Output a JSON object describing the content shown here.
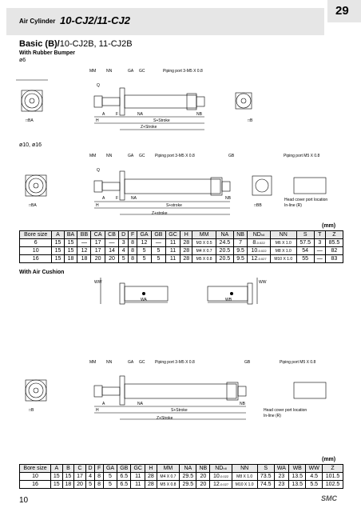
{
  "header": {
    "series_label": "Air Cylinder",
    "model": "10-CJ2/11-CJ2",
    "page_number": "29"
  },
  "subtitle": {
    "bold": "Basic (B)/",
    "rest": "10-CJ2B, 11-CJ2B"
  },
  "section1": {
    "title": "With Rubber Bumper",
    "size": "ø6"
  },
  "section2": {
    "size": "ø10, ø16"
  },
  "section3": {
    "title": "With Air Cushion"
  },
  "drawing_labels": {
    "mm": "MM",
    "nn": "NN",
    "ga": "GA",
    "gc": "GC",
    "q": "Q",
    "a": "A",
    "f": "F",
    "na": "NA",
    "nb": "NB",
    "h": "H",
    "ba": "□BA",
    "bb": "□BB",
    "b": "□B",
    "piping_m5": "Piping port 3-M5 X 0.8",
    "piping_m5_single": "Piping port M5 X 0.8",
    "s_stroke": "S+Stroke",
    "s_stroke_lower": "S+stroke",
    "z_stroke": "Z+Stroke",
    "z_stroke_lower": "Z+stroke",
    "gb": "GB",
    "head_cover_1": "Head cover port location",
    "head_cover_2": "In-line (R)",
    "wa": "WA",
    "wb": "WB",
    "ww": "WW",
    "nb_label": "NB"
  },
  "table1": {
    "unit": "(mm)",
    "headers": [
      "Bore size",
      "A",
      "BA",
      "BB",
      "CA",
      "CB",
      "D",
      "F",
      "GA",
      "GB",
      "GC",
      "H",
      "MM",
      "NA",
      "NB",
      "ND",
      "NN",
      "S",
      "T",
      "Z"
    ],
    "nd_sub": "h8",
    "rows": [
      [
        "6",
        "15",
        "15",
        "—",
        "17",
        "—",
        "3",
        "8",
        "12",
        "—",
        "11",
        "28",
        "M3 X 0.5",
        "24.5",
        "7",
        "8",
        "M6 X 1.0",
        "57.5",
        "3",
        "85.5"
      ],
      [
        "10",
        "15",
        "15",
        "12",
        "17",
        "14",
        "4",
        "8",
        "5",
        "5",
        "11",
        "28",
        "M4 X 0.7",
        "20.5",
        "9.5",
        "10",
        "M8 X 1.0",
        "54",
        "—",
        "82"
      ],
      [
        "16",
        "15",
        "18",
        "18",
        "20",
        "20",
        "5",
        "8",
        "5",
        "5",
        "11",
        "28",
        "M5 X 0.8",
        "20.5",
        "9.5",
        "12",
        "M10 X 1.0",
        "55",
        "—",
        "83"
      ]
    ],
    "nd_suffixes": [
      "-0.022",
      "-0.022",
      "-0.027"
    ]
  },
  "table2": {
    "unit": "(mm)",
    "headers": [
      "Bore size",
      "A",
      "B",
      "C",
      "D",
      "F",
      "GA",
      "GB",
      "GC",
      "H",
      "MM",
      "NA",
      "NB",
      "ND",
      "NN",
      "S",
      "WA",
      "WB",
      "WW",
      "Z"
    ],
    "nd_sub": "h8",
    "rows": [
      [
        "10",
        "15",
        "15",
        "17",
        "4",
        "8",
        "5",
        "6.5",
        "11",
        "28",
        "M4 X 0.7",
        "29.5",
        "20",
        "10",
        "M8 X 1.0",
        "73.5",
        "23",
        "13.5",
        "4.5",
        "101.5"
      ],
      [
        "16",
        "15",
        "18",
        "20",
        "5",
        "8",
        "5",
        "6.5",
        "11",
        "28",
        "M5 X 0.8",
        "29.5",
        "20",
        "12",
        "M10 X 1.0",
        "74.5",
        "23",
        "13.5",
        "5.5",
        "102.5"
      ]
    ],
    "nd_suffixes": [
      "-0.022",
      "-0.027"
    ]
  },
  "footer": {
    "page": "10",
    "logo": "SMC"
  }
}
